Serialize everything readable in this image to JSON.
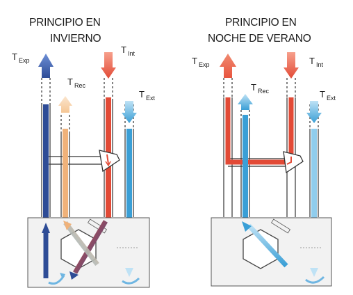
{
  "diagrams": [
    {
      "title_line1": "PRINCIPIO EN",
      "title_line2": "INVIERNO",
      "labels": {
        "exp": "Exp",
        "rec": "Rec",
        "int": "Int",
        "ext": "Ext"
      },
      "letter": "T"
    },
    {
      "title_line1": "PRINCIPIO EN",
      "title_line2": "NOCHE DE VERANO",
      "labels": {
        "exp": "Exp",
        "rec": "Rec",
        "int": "Int",
        "ext": "Ext"
      },
      "letter": "T"
    }
  ],
  "colors": {
    "cold_blue": "#3a9fd6",
    "dark_blue": "#2e4c96",
    "hot_red": "#e24a36",
    "warm_orange": "#f0b27a",
    "box_fill": "#f2f2f2"
  }
}
